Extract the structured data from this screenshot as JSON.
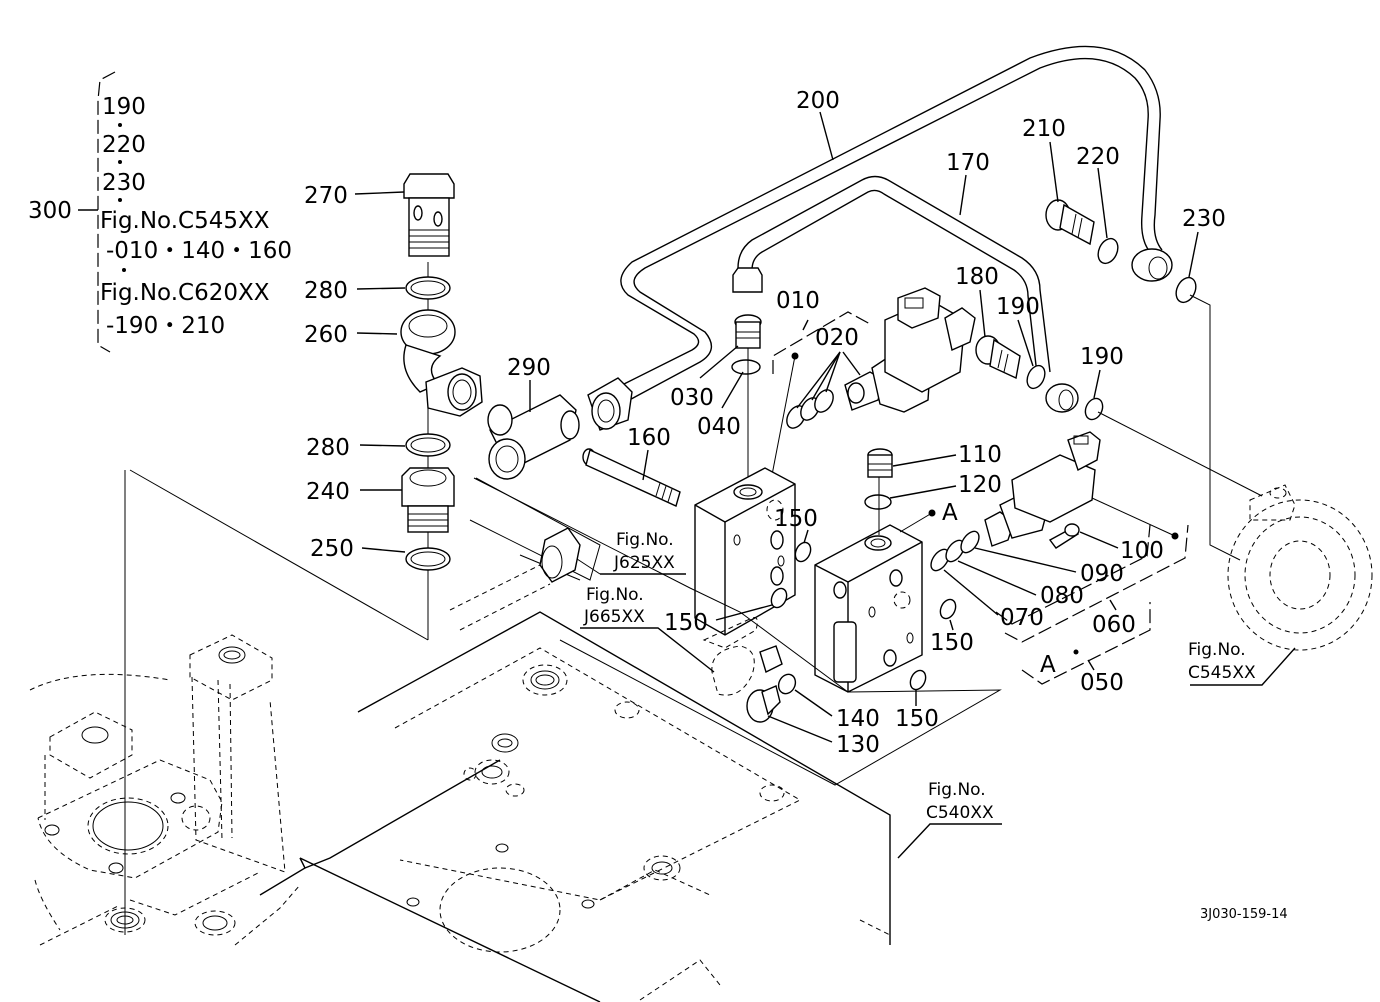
{
  "diagram": {
    "title": "Hydraulic valve assembly exploded parts diagram",
    "drawing_number": "3J030-159-14",
    "callouts": {
      "p010": "010",
      "p020": "020",
      "p030": "030",
      "p040": "040",
      "p050": "050",
      "p060": "060",
      "p070": "070",
      "p080": "080",
      "p090": "090",
      "p100": "100",
      "p110": "110",
      "p120": "120",
      "p130": "130",
      "p140": "140",
      "p150a": "150",
      "p150b": "150",
      "p150c": "150",
      "p150d": "150",
      "p160": "160",
      "p170": "170",
      "p180": "180",
      "p190a": "190",
      "p190b": "190",
      "p200": "200",
      "p210": "210",
      "p220": "220",
      "p230": "230",
      "p240": "240",
      "p250": "250",
      "p260": "260",
      "p270": "270",
      "p280a": "280",
      "p280b": "280",
      "p290": "290",
      "p300": "300"
    },
    "markers": {
      "a1": "A",
      "a2": "A",
      "dot": "•"
    },
    "kit_300": {
      "lines": [
        "190",
        "220",
        "230",
        "Fig.No.C545XX",
        "-010・140・160",
        "Fig.No.C620XX",
        "-190・210"
      ]
    },
    "figure_refs": {
      "j625": {
        "line1": "Fig.No.",
        "line2": "J625XX"
      },
      "j665": {
        "line1": "Fig.No.",
        "line2": "J665XX"
      },
      "c545": {
        "line1": "Fig.No.",
        "line2": "C545XX"
      },
      "c540": {
        "line1": "Fig.No.",
        "line2": "C540XX"
      }
    }
  }
}
